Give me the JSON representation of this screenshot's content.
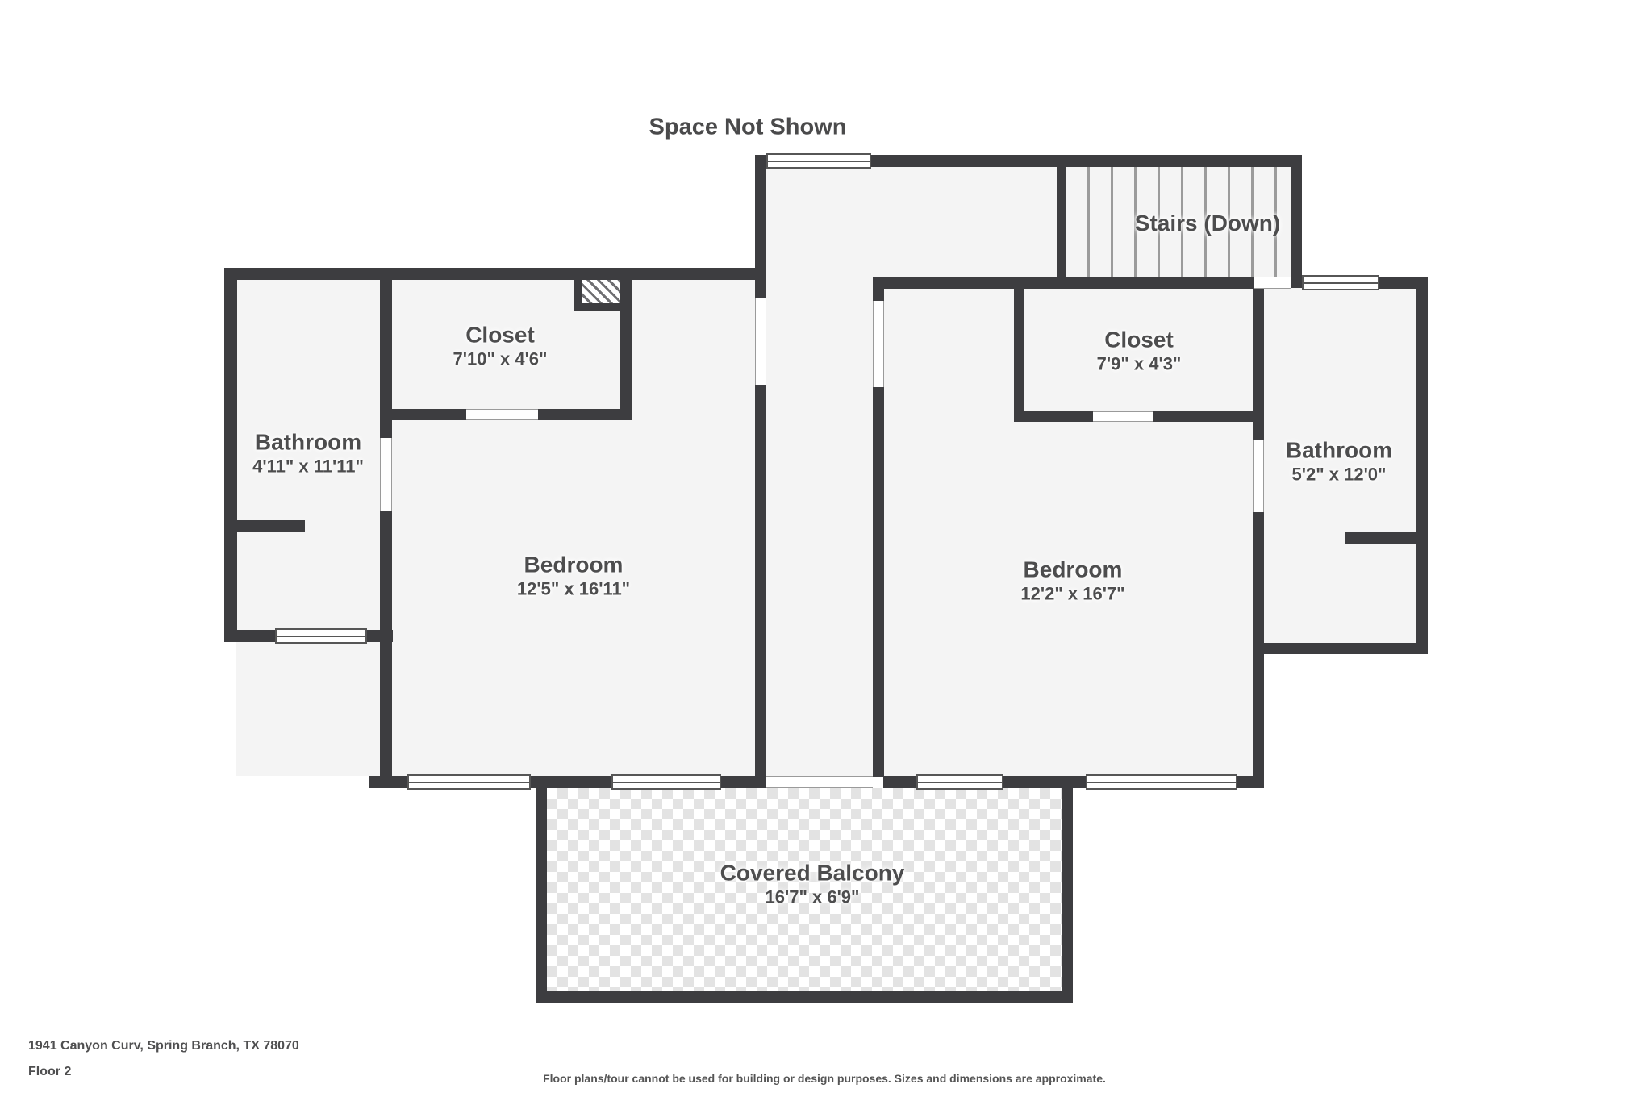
{
  "title": "Space Not Shown",
  "colors": {
    "wall": "#3d3d40",
    "room_fill": "#f4f4f4",
    "label_text": "#4d4d4e",
    "window_outline": "#565656",
    "balcony_tile": "#e3e3e3"
  },
  "icons": {
    "window_symbol": "white-bar-with-center-line",
    "door_opening": "white-gap-in-wall",
    "stair_treads": "vertical-stripes",
    "wall_hatch": "diagonal-stripes",
    "balcony_floor": "checkerboard-tiles"
  },
  "rooms": {
    "stairs": {
      "name": "Stairs (Down)"
    },
    "closet_left": {
      "name": "Closet",
      "dims": "7'10\" x 4'6\""
    },
    "bathroom_left": {
      "name": "Bathroom",
      "dims": "4'11\" x 11'11\""
    },
    "bedroom_left": {
      "name": "Bedroom",
      "dims": "12'5\" x 16'11\""
    },
    "closet_right": {
      "name": "Closet",
      "dims": "7'9\" x 4'3\""
    },
    "bathroom_right": {
      "name": "Bathroom",
      "dims": "5'2\" x 12'0\""
    },
    "bedroom_right": {
      "name": "Bedroom",
      "dims": "12'2\" x 16'7\""
    },
    "balcony": {
      "name": "Covered Balcony",
      "dims": "16'7\" x 6'9\""
    }
  },
  "footer": {
    "address": "1941 Canyon Curv, Spring Branch, TX 78070",
    "floor": "Floor 2",
    "disclaimer": "Floor plans/tour cannot be used for building or design purposes. Sizes and dimensions are approximate."
  }
}
